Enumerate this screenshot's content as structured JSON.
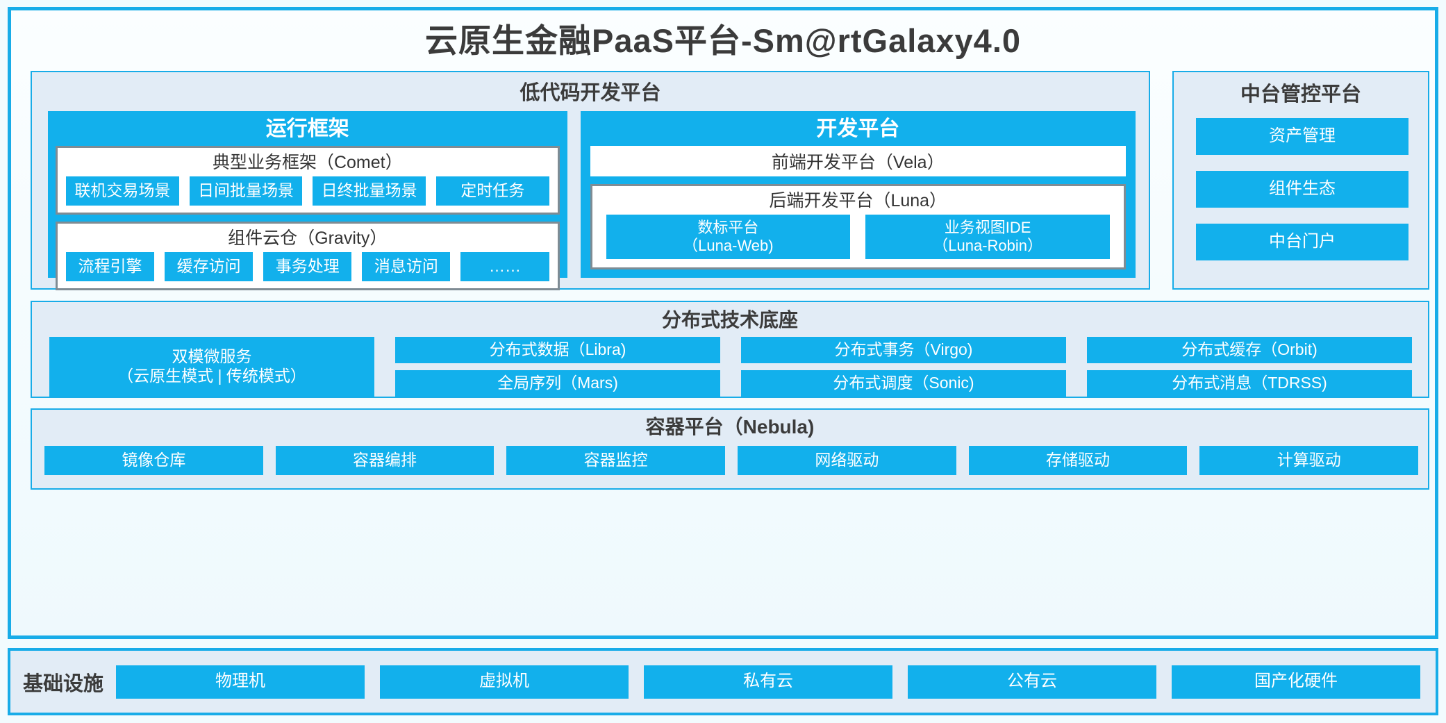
{
  "header": {
    "title": "云原生金融PaaS平台-Sm@rtGalaxy4.0"
  },
  "colors": {
    "accent": "#12b0ec",
    "border": "#18ace8",
    "panel_bg": "#e2ecf6",
    "page_bg": "#f2fbfe"
  },
  "lowcode": {
    "title": "低代码开发平台",
    "runtime": {
      "title": "运行框架",
      "comet": {
        "title": "典型业务框架（Comet）",
        "items": [
          "联机交易场景",
          "日间批量场景",
          "日终批量场景",
          "定时任务"
        ]
      },
      "gravity": {
        "title": "组件云仓（Gravity）",
        "items": [
          "流程引擎",
          "缓存访问",
          "事务处理",
          "消息访问",
          "……"
        ]
      }
    },
    "devplatform": {
      "title": "开发平台",
      "frontend": "前端开发平台（Vela）",
      "backend": {
        "title": "后端开发平台（Luna）",
        "items": [
          {
            "line1": "数标平台",
            "line2": "（Luna-Web)"
          },
          {
            "line1": "业务视图IDE",
            "line2": "（Luna-Robin）"
          }
        ]
      }
    }
  },
  "console": {
    "title": "中台管控平台",
    "items": [
      "资产管理",
      "组件生态",
      "中台门户"
    ]
  },
  "base": {
    "title": "分布式技术底座",
    "microservice": {
      "line1": "双模微服务",
      "line2": "（云原生模式 | 传统模式）"
    },
    "columns": [
      [
        "分布式数据（Libra)",
        "全局序列（Mars)"
      ],
      [
        "分布式事务（Virgo)",
        "分布式调度（Sonic)"
      ],
      [
        "分布式缓存（Orbit)",
        "分布式消息（TDRSS)"
      ]
    ]
  },
  "container": {
    "title": "容器平台（Nebula)",
    "items": [
      "镜像仓库",
      "容器编排",
      "容器监控",
      "网络驱动",
      "存储驱动",
      "计算驱动"
    ]
  },
  "infra": {
    "label": "基础设施",
    "items": [
      "物理机",
      "虚拟机",
      "私有云",
      "公有云",
      "国产化硬件"
    ]
  }
}
